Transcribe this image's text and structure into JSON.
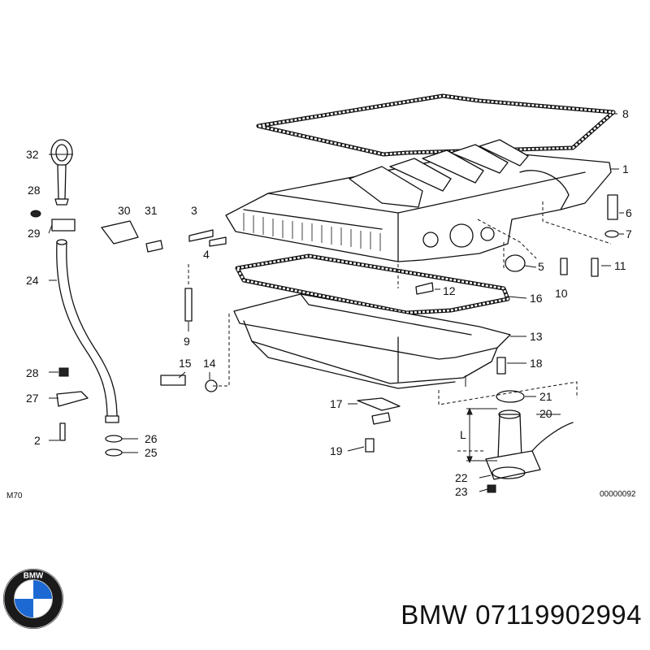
{
  "diagram": {
    "callouts": [
      "1",
      "2",
      "3",
      "4",
      "5",
      "6",
      "7",
      "8",
      "9",
      "10",
      "11",
      "12",
      "13",
      "14",
      "15",
      "16",
      "17",
      "18",
      "19",
      "20",
      "21",
      "22",
      "23",
      "24",
      "25",
      "26",
      "27",
      "28",
      "29",
      "30",
      "31",
      "32"
    ],
    "dimension_label": "L",
    "model_code": "M70",
    "diagram_code": "00000092"
  },
  "logo": {
    "lettering": "BMW",
    "colors": {
      "ring": "#1a1a1a",
      "blue": "#1c69d4",
      "white": "#ffffff"
    }
  },
  "footer": {
    "brand": "BMW",
    "part_number": "07119902994"
  }
}
